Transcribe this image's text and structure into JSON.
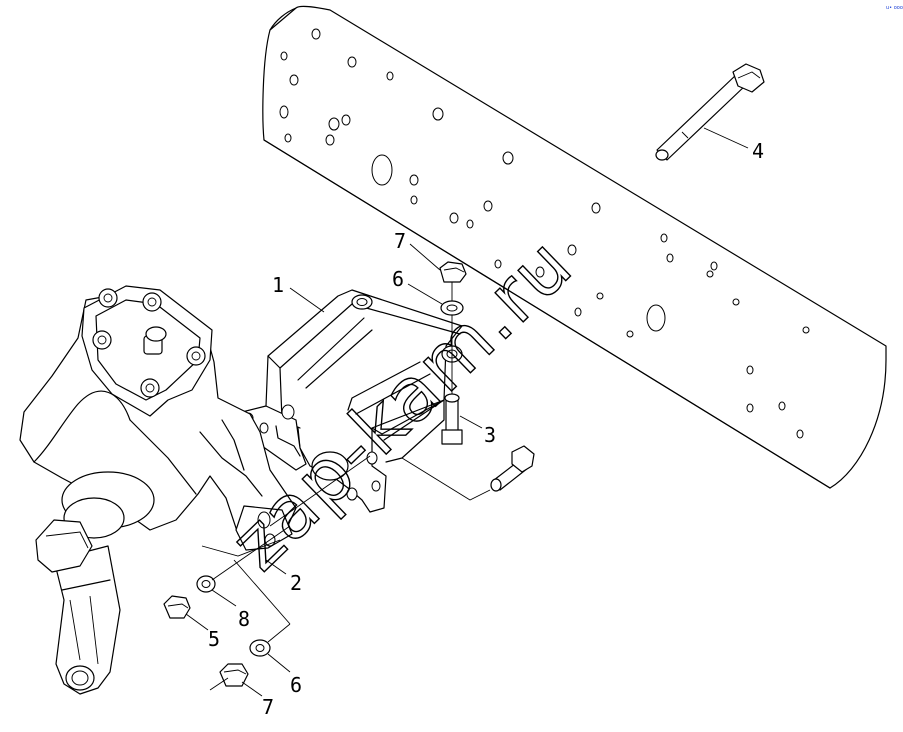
{
  "diagram": {
    "callouts": [
      "1",
      "2",
      "3",
      "4",
      "5",
      "6",
      "7",
      "8",
      "6",
      "7"
    ],
    "watermark": "zap-kam.ru",
    "corner_mark": "u• ooo"
  }
}
